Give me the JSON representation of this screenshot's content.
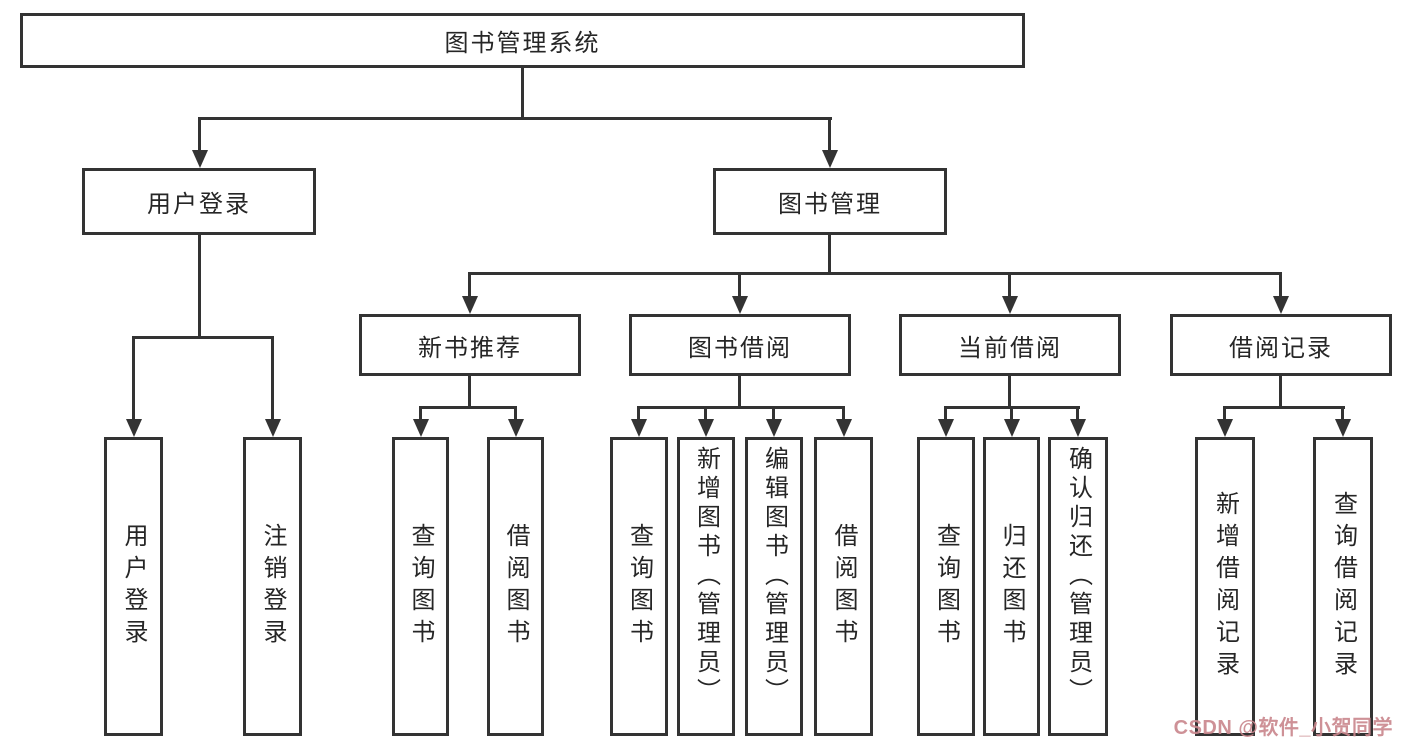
{
  "tree": {
    "label": "图书管理系统",
    "children": [
      {
        "label": "用户登录",
        "children": [
          {
            "label": "用户登录"
          },
          {
            "label": "注销登录"
          }
        ]
      },
      {
        "label": "图书管理",
        "children": [
          {
            "label": "新书推荐",
            "children": [
              {
                "label": "查询图书"
              },
              {
                "label": "借阅图书"
              }
            ]
          },
          {
            "label": "图书借阅",
            "children": [
              {
                "label": "查询图书"
              },
              {
                "label": "新增图书（管理员）"
              },
              {
                "label": "编辑图书（管理员）"
              },
              {
                "label": "借阅图书"
              }
            ]
          },
          {
            "label": "当前借阅",
            "children": [
              {
                "label": "查询图书"
              },
              {
                "label": "归还图书"
              },
              {
                "label": "确认归还（管理员）"
              }
            ]
          },
          {
            "label": "借阅记录",
            "children": [
              {
                "label": "新增借阅记录"
              },
              {
                "label": "查询借阅记录"
              }
            ]
          }
        ]
      }
    ]
  },
  "watermark": {
    "text": "CSDN @软件_小贺同学"
  },
  "colors": {
    "line": "#333333",
    "box_border": "#333333",
    "text": "#262626",
    "watermark": "#c9868c",
    "background": "#ffffff"
  }
}
